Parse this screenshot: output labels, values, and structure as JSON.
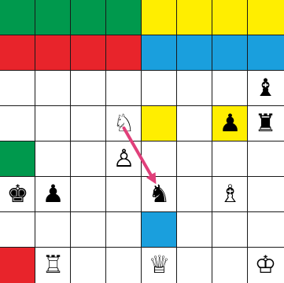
{
  "board": {
    "rows": 8,
    "cols": 8,
    "colors": {
      "empty": "#ffffff",
      "green": "#00994d",
      "yellow": "#ffee00",
      "red": "#e8242b",
      "blue": "#1a9fdd",
      "grid": "#1a1a1a",
      "arrow": "#e0407a"
    },
    "cells": [
      [
        "green",
        "green",
        "green",
        "green",
        "yellow",
        "yellow",
        "yellow",
        "yellow"
      ],
      [
        "red",
        "red",
        "red",
        "red",
        "blue",
        "blue",
        "blue",
        "blue"
      ],
      [
        "empty",
        "empty",
        "empty",
        "empty",
        "empty",
        "empty",
        "empty",
        "empty"
      ],
      [
        "empty",
        "empty",
        "empty",
        "empty",
        "yellow",
        "empty",
        "yellow",
        "empty"
      ],
      [
        "green",
        "empty",
        "empty",
        "empty",
        "empty",
        "empty",
        "empty",
        "empty"
      ],
      [
        "empty",
        "empty",
        "empty",
        "empty",
        "empty",
        "empty",
        "empty",
        "empty"
      ],
      [
        "empty",
        "empty",
        "empty",
        "empty",
        "blue",
        "empty",
        "empty",
        "empty"
      ],
      [
        "red",
        "empty",
        "empty",
        "empty",
        "empty",
        "empty",
        "empty",
        "empty"
      ]
    ]
  },
  "pieces": [
    {
      "name": "black-bishop",
      "glyph": "♝",
      "row": 2,
      "col": 7
    },
    {
      "name": "white-knight",
      "glyph": "♘",
      "row": 3,
      "col": 3
    },
    {
      "name": "black-pawn",
      "glyph": "♟",
      "row": 3,
      "col": 6
    },
    {
      "name": "black-rook",
      "glyph": "♜",
      "row": 3,
      "col": 7
    },
    {
      "name": "white-pawn",
      "glyph": "♙",
      "row": 4,
      "col": 3
    },
    {
      "name": "black-king",
      "glyph": "♚",
      "row": 5,
      "col": 0
    },
    {
      "name": "black-pawn",
      "glyph": "♟",
      "row": 5,
      "col": 1
    },
    {
      "name": "black-knight",
      "glyph": "♞",
      "row": 5,
      "col": 4
    },
    {
      "name": "white-bishop",
      "glyph": "♗",
      "row": 5,
      "col": 6
    },
    {
      "name": "white-rook",
      "glyph": "♖",
      "row": 7,
      "col": 1
    },
    {
      "name": "white-queen",
      "glyph": "♕",
      "row": 7,
      "col": 4
    },
    {
      "name": "white-king",
      "glyph": "♔",
      "row": 7,
      "col": 7
    }
  ],
  "move_arrow": {
    "from": {
      "row": 3,
      "col": 3
    },
    "to": {
      "row": 5,
      "col": 4
    }
  }
}
